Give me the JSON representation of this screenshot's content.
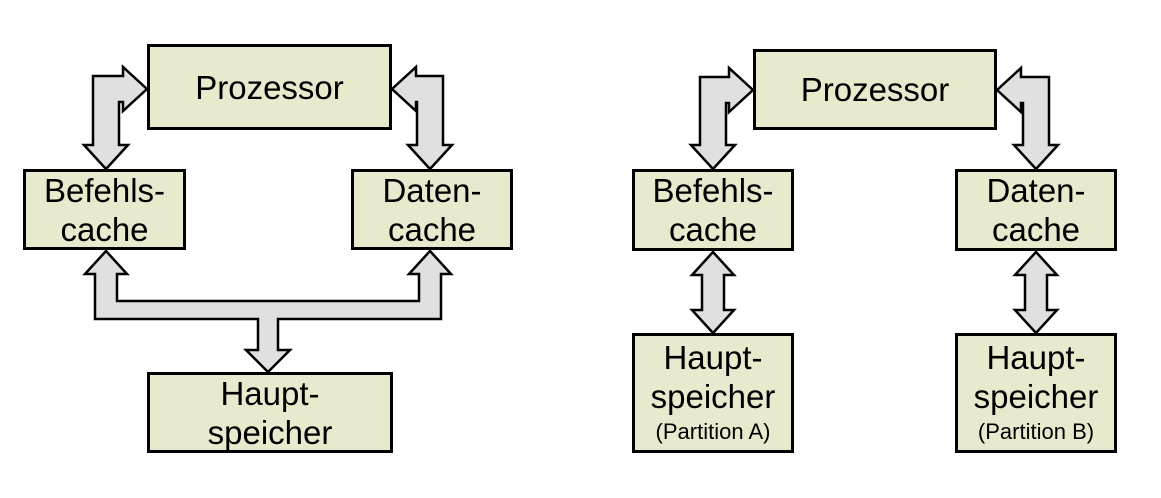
{
  "diagrams": {
    "left": {
      "processor": {
        "label": "Prozessor"
      },
      "instruction_cache": {
        "line1": "Befehls-",
        "line2": "cache"
      },
      "data_cache": {
        "line1": "Daten-",
        "line2": "cache"
      },
      "main_memory": {
        "line1": "Haupt-",
        "line2": "speicher"
      }
    },
    "right": {
      "processor": {
        "label": "Prozessor"
      },
      "instruction_cache": {
        "line1": "Befehls-",
        "line2": "cache"
      },
      "data_cache": {
        "line1": "Daten-",
        "line2": "cache"
      },
      "main_memory_a": {
        "line1": "Haupt-",
        "line2": "speicher",
        "note": "(Partition A)"
      },
      "main_memory_b": {
        "line1": "Haupt-",
        "line2": "speicher",
        "note": "(Partition B)"
      }
    }
  },
  "colors": {
    "background": "#ffffff",
    "box_fill": "#e9e9cd",
    "box_border": "#000000",
    "arrow_fill": "#e0e0e0",
    "arrow_outline": "#000000",
    "text": "#000000"
  }
}
